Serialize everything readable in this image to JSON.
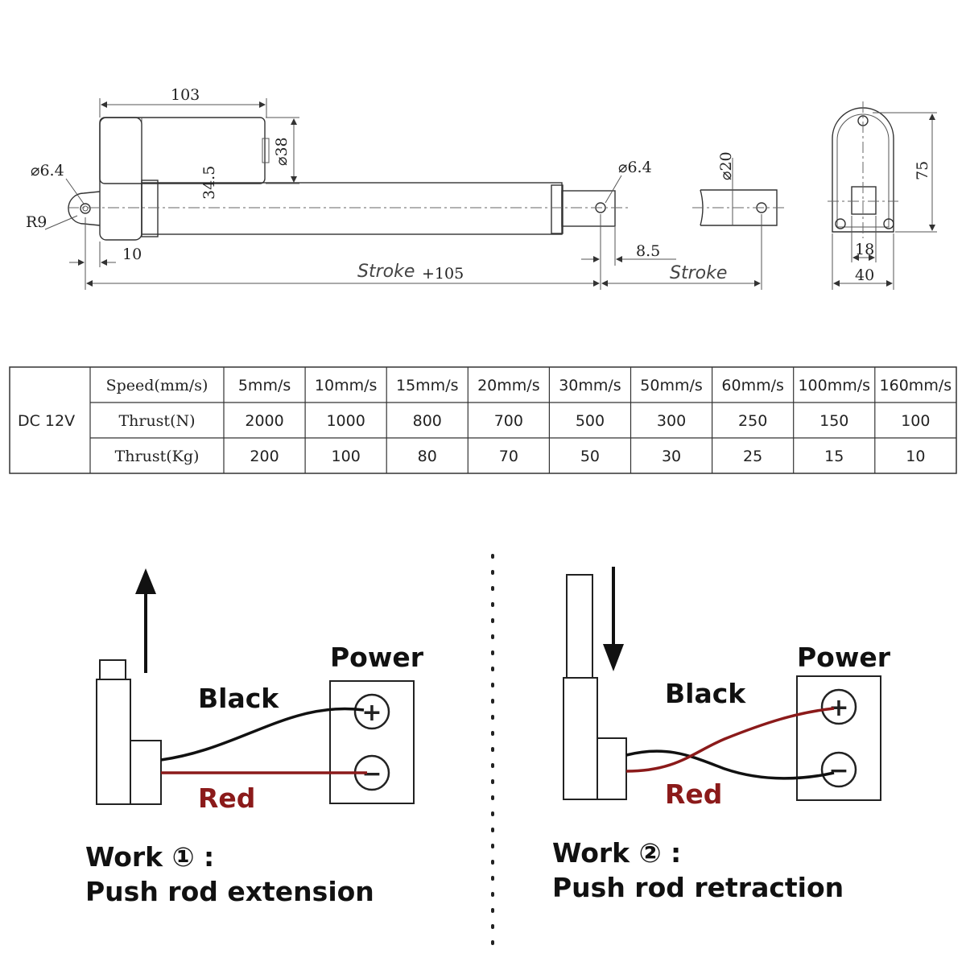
{
  "drawing": {
    "dims": {
      "d103": "103",
      "d38": "⌀38",
      "d34_5": "34.5",
      "d6_4_left": "⌀6.4",
      "r9": "R9",
      "d10": "10",
      "stroke_plus": "Stroke",
      "plus105": "+105",
      "d6_4_right": "⌀6.4",
      "d20": "⌀20",
      "d8_5": "8.5",
      "stroke": "Stroke",
      "d75": "75",
      "d18": "18",
      "d40": "40"
    }
  },
  "spec_table": {
    "voltage": "DC 12V",
    "row_labels": [
      "Speed(mm/s)",
      "Thrust(N)",
      "Thrust(Kg)"
    ],
    "speeds": [
      "5mm/s",
      "10mm/s",
      "15mm/s",
      "20mm/s",
      "30mm/s",
      "50mm/s",
      "60mm/s",
      "100mm/s",
      "160mm/s"
    ],
    "thrust_n": [
      "2000",
      "1000",
      "800",
      "700",
      "500",
      "300",
      "250",
      "150",
      "100"
    ],
    "thrust_kg": [
      "200",
      "100",
      "80",
      "70",
      "50",
      "30",
      "25",
      "15",
      "10"
    ]
  },
  "wiring": {
    "left": {
      "power_label": "Power",
      "black_label": "Black",
      "red_label": "Red",
      "plus": "+",
      "minus": "−",
      "caption_line1": "Work ① :",
      "caption_line2": "Push rod extension"
    },
    "right": {
      "power_label": "Power",
      "black_label": "Black",
      "red_label": "Red",
      "plus": "+",
      "minus": "−",
      "caption_line1": "Work ② :",
      "caption_line2": "Push rod retraction"
    },
    "colors": {
      "black_wire": "#111111",
      "red_wire": "#8b1a1a"
    }
  }
}
